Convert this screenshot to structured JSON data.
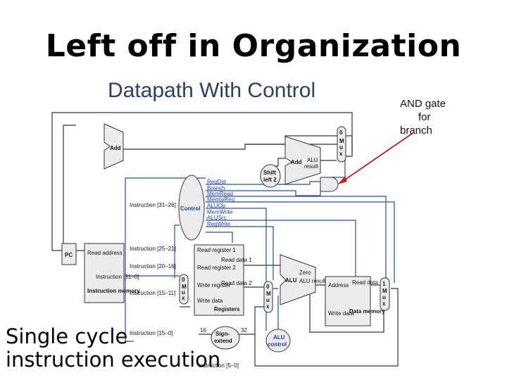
{
  "slide": {
    "title": "Left off in Organization",
    "subtitle": "Datapath With Control",
    "annotation": {
      "line1": "AND gate",
      "line2": "for",
      "line3": "branch"
    },
    "caption": {
      "line1": "Single cycle",
      "line2": "instruction execution"
    }
  },
  "diagram": {
    "add_top": "Add",
    "add_alu": {
      "l1": "Add",
      "l2": "ALU",
      "l3": "result"
    },
    "shift_left": {
      "l1": "Shift",
      "l2": "left 2"
    },
    "control": "Control",
    "control_signals": [
      "RegDst",
      "Branch",
      "MemRead",
      "MemtoReg",
      "ALUOp",
      "MemWrite",
      "ALUSrc",
      "RegWrite"
    ],
    "instr_fields": [
      "Instruction [31–26]",
      "Instruction [25–21]",
      "Instruction [20–16]",
      "Instruction [15–11]",
      "Instruction [15–0]",
      "Instruction [5–0]"
    ],
    "pc": "PC",
    "imem": {
      "read_address": "Read address",
      "instruction": "Instruction [31–0]",
      "memory": "Instruction memory"
    },
    "regs": {
      "rr1": "Read register 1",
      "rr2": "Read register 2",
      "wr": "Write register",
      "wd": "Write data",
      "rd1": "Read data 1",
      "rd2": "Read data 2",
      "name": "Registers"
    },
    "sign_extend": {
      "l1": "Sign-",
      "l2": "extend",
      "in_bits": "16",
      "out_bits": "32"
    },
    "alu": {
      "name": "ALU",
      "zero": "Zero",
      "result": "ALU result"
    },
    "alu_control": {
      "l1": "ALU",
      "l2": "control"
    },
    "dmem": {
      "address": "Address",
      "read_data": "Read data",
      "write_data": "Write data",
      "name": "Data memory"
    },
    "mux": {
      "l": [
        "M",
        "u",
        "x"
      ],
      "zero": "0",
      "one": "1"
    }
  }
}
